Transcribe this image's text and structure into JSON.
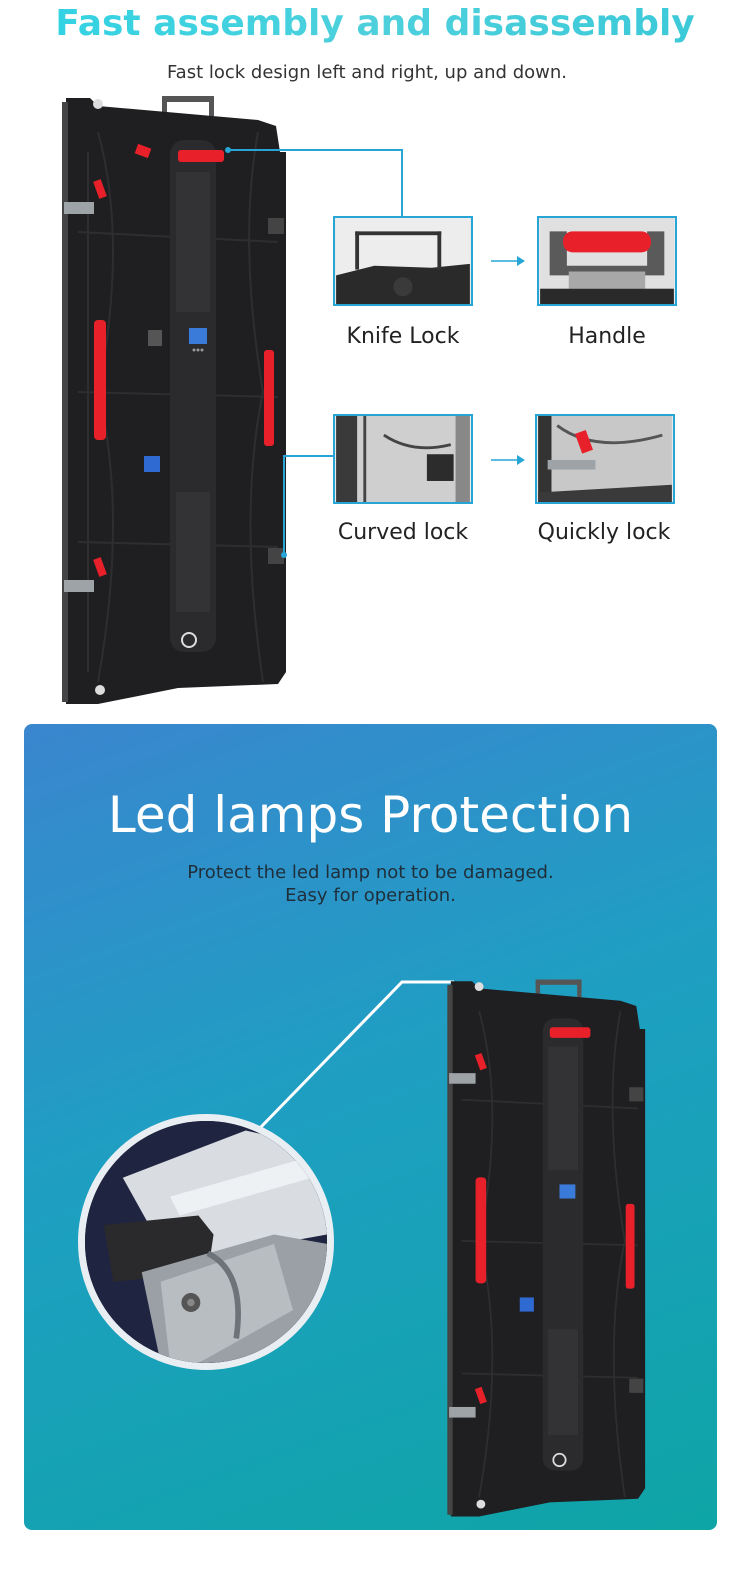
{
  "section1": {
    "title": "Fast assembly and disassembly",
    "subtitle": "Fast lock design left and right, up and down.",
    "captions": {
      "knife_lock": "Knife Lock",
      "handle": "Handle",
      "curved_lock": "Curved lock",
      "quickly_lock": "Quickly lock"
    }
  },
  "section2": {
    "title": "Led lamps Protection",
    "subtitle_line1": "Protect the led lamp not to be damaged.",
    "subtitle_line2": "Easy for operation."
  },
  "colors": {
    "title_cyan": "#3bd1e1",
    "accent_blue": "#27a6d6",
    "lock_red": "#e8202a",
    "panel_dark": "#1e1e20",
    "section2_gradient_start": "#3a86cf",
    "section2_gradient_end": "#0ea5a6"
  }
}
